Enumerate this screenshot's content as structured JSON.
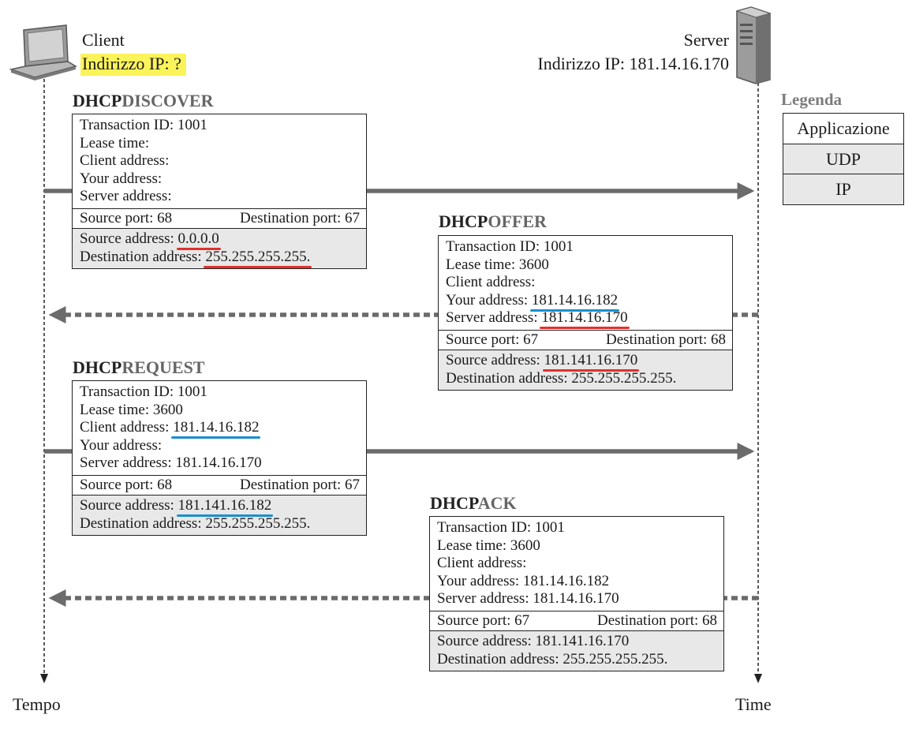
{
  "client": {
    "label": "Client",
    "ip_label": "Indirizzo IP: ?"
  },
  "server": {
    "label": "Server",
    "ip_label": "Indirizzo IP: 181.14.16.170"
  },
  "axis": {
    "left_label": "Tempo",
    "right_label": "Time"
  },
  "legend": {
    "title": "Legenda",
    "rows": [
      "Applicazione",
      "UDP",
      "IP"
    ]
  },
  "messages": {
    "discover": {
      "title_prefix": "DHCP",
      "title_suffix": "DISCOVER",
      "transaction": "Transaction ID: 1001",
      "lease": "Lease time:",
      "client": "Client address:",
      "your": "Your address:",
      "server": "Server address:",
      "src_port": "Source port: 68",
      "dst_port": "Destination port: 67",
      "src_addr_label": "Source address: ",
      "src_addr": "0.0.0.0",
      "dst_addr_label": "Destination address: ",
      "dst_addr": "255.255.255.255."
    },
    "offer": {
      "title_prefix": "DHCP",
      "title_suffix": "OFFER",
      "transaction": "Transaction ID: 1001",
      "lease": "Lease time: 3600",
      "client": "Client address:",
      "your_label": "Your address: ",
      "your_value": "181.14.16.182",
      "server_label": "Server address: ",
      "server_value": "181.14.16.170",
      "src_port": "Source port: 67",
      "dst_port": "Destination port: 68",
      "src_addr_label": "Source address: ",
      "src_addr": "181.141.16.170",
      "dst_addr": "Destination address: 255.255.255.255."
    },
    "request": {
      "title_prefix": "DHCP",
      "title_suffix": "REQUEST",
      "transaction": "Transaction ID: 1001",
      "lease": "Lease time: 3600",
      "client_label": "Client address: ",
      "client_value": "181.14.16.182",
      "your": "Your address:",
      "server": "Server address: 181.14.16.170",
      "src_port": "Source port: 68",
      "dst_port": "Destination port: 67",
      "src_addr_label": "Source address: ",
      "src_addr": "181.141.16.182",
      "dst_addr": "Destination address: 255.255.255.255."
    },
    "ack": {
      "title_prefix": "DHCP",
      "title_suffix": "ACK",
      "transaction": "Transaction ID: 1001",
      "lease": "Lease time: 3600",
      "client": "Client address:",
      "your": "Your address: 181.14.16.182",
      "server": "Server address: 181.14.16.170",
      "src_port": "Source port: 67",
      "dst_port": "Destination port: 68",
      "src_addr": "Source address: 181.141.16.170",
      "dst_addr": "Destination address: 255.255.255.255."
    }
  },
  "colors": {
    "highlight": "#fbf35a",
    "red_underline": "#e0312e",
    "blue_underline": "#1a8fcf",
    "arrow": "#6b6b6b",
    "ip_layer": "#e8e8e8"
  },
  "icons": {
    "client": "laptop-icon",
    "server": "server-tower-icon"
  }
}
